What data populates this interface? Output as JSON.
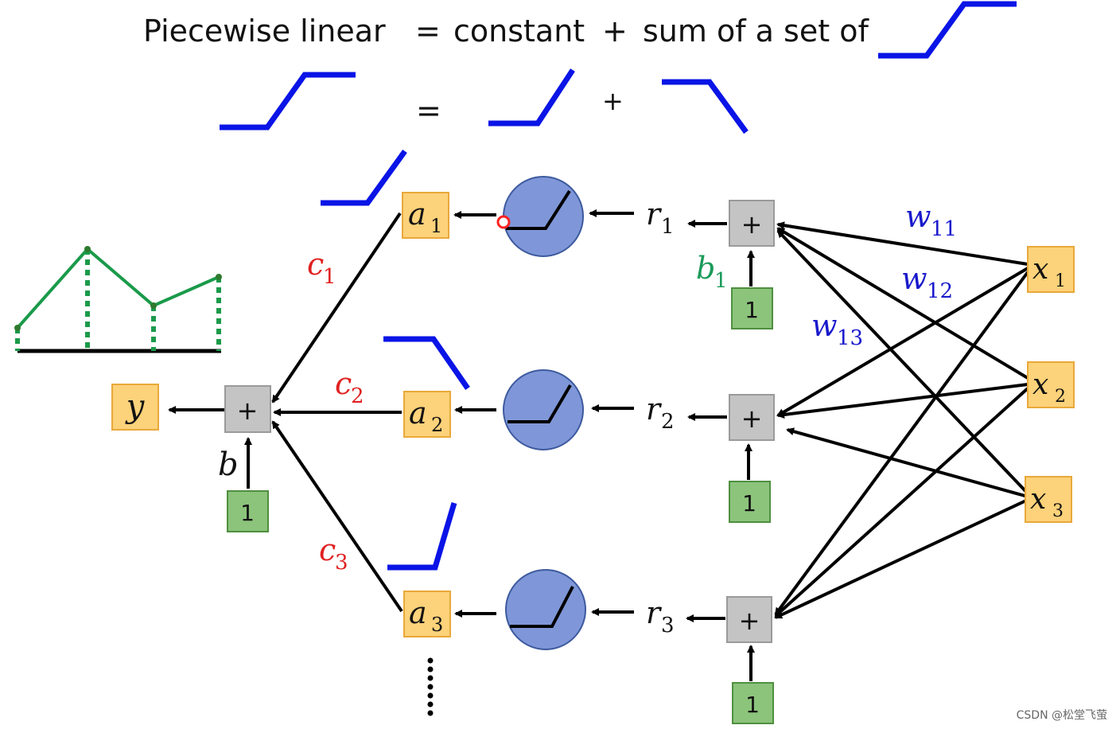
{
  "title": {
    "left": "Piecewise linear",
    "eq": "=",
    "middle": "constant",
    "plus": "+",
    "right": "sum of a set of"
  },
  "decomposition": {
    "eq": "=",
    "plus": "+"
  },
  "output": {
    "label": "y",
    "bias_label": "b",
    "bias_one": "1",
    "sum_symbol": "+"
  },
  "hidden": [
    {
      "a": "a",
      "a_sub": "1",
      "c": "c",
      "c_sub": "1",
      "r": "r",
      "r_sub": "1",
      "sum_symbol": "+",
      "one": "1",
      "b": "b",
      "b_sub": "1"
    },
    {
      "a": "a",
      "a_sub": "2",
      "c": "c",
      "c_sub": "2",
      "r": "r",
      "r_sub": "2",
      "sum_symbol": "+",
      "one": "1"
    },
    {
      "a": "a",
      "a_sub": "3",
      "c": "c",
      "c_sub": "3",
      "r": "r",
      "r_sub": "3",
      "sum_symbol": "+",
      "one": "1"
    }
  ],
  "inputs": [
    {
      "x": "x",
      "sub": "1"
    },
    {
      "x": "x",
      "sub": "2"
    },
    {
      "x": "x",
      "sub": "3"
    }
  ],
  "weights": [
    {
      "w": "w",
      "sub": "11"
    },
    {
      "w": "w",
      "sub": "12"
    },
    {
      "w": "w",
      "sub": "13"
    }
  ],
  "ellipsis": "⋮",
  "watermark": "CSDN @松堂飞萤",
  "colors": {
    "blue_curve": "#0a14e6",
    "green_curve": "#1a9a4a",
    "node_orange": "#fcd27a",
    "node_orange_border": "#e9a83a",
    "node_green": "#8cc47c",
    "node_green_border": "#4f8f3f",
    "node_gray": "#c4c4c4",
    "sigmoid_fill": "#7f97d8",
    "label_red": "#e02020",
    "label_blue": "#1a1acc",
    "label_green": "#1a9a5a"
  }
}
